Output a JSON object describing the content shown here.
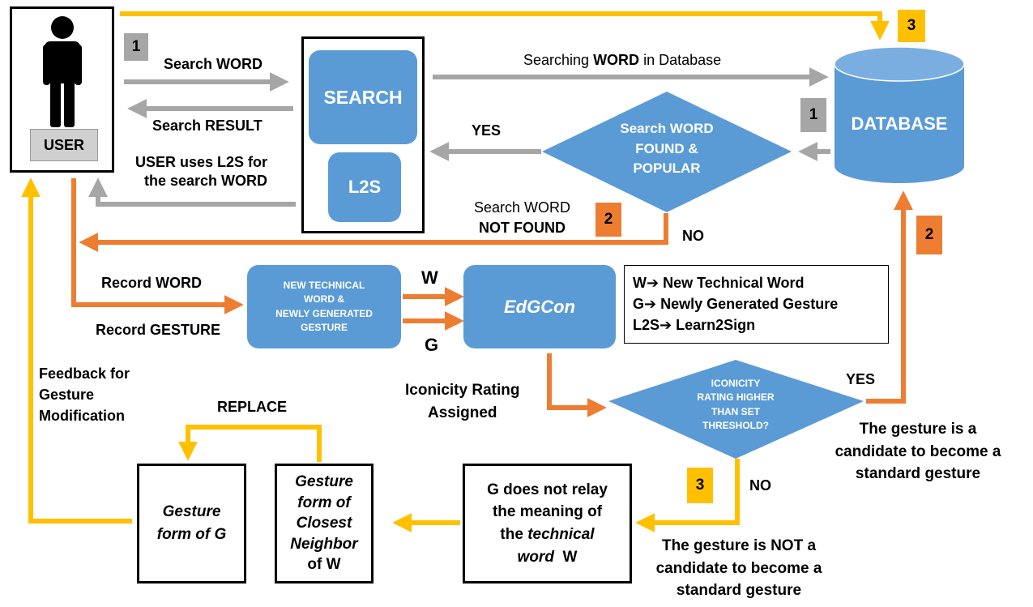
{
  "colors": {
    "gray_arrow": "#a6a6a6",
    "orange_arrow": "#ed7d31",
    "yellow_arrow": "#ffc000",
    "blue_shape": "#5b9bd5"
  },
  "user": {
    "label": "USER",
    "icon": "person-icon"
  },
  "search_box": {
    "search_label": "SEARCH",
    "l2s_label": "L2S"
  },
  "database": {
    "label": "DATABASE"
  },
  "badges": {
    "gray_1_left": "1",
    "gray_1_right": "1",
    "yellow_3_top": "3",
    "orange_2_mid": "2",
    "orange_2_right": "2",
    "yellow_3_bottom": "3"
  },
  "labels": {
    "search_word": "Search WORD",
    "search_result": "Search RESULT",
    "user_uses_l2s_line1": "USER uses L2S for",
    "user_uses_l2s_line2": "the search WORD",
    "searching_db_pre": "Searching ",
    "searching_db_word": "WORD",
    "searching_db_post": " in Database",
    "yes_top": "YES",
    "search_word_not_found_line1": "Search WORD",
    "search_word_not_found_line2": "NOT FOUND",
    "no_top": "NO",
    "record_word": "Record WORD",
    "record_gesture": "Record GESTURE",
    "w_arrow": "W",
    "g_arrow": "G",
    "iconicity_assigned_line1": "Iconicity Rating",
    "iconicity_assigned_line2": "Assigned",
    "yes_right": "YES",
    "no_bottom": "NO",
    "feedback_line1": "Feedback for",
    "feedback_line2": "Gesture",
    "feedback_line3": "Modification",
    "replace": "REPLACE",
    "candidate_line1": "The gesture is a",
    "candidate_line2": "candidate to become a",
    "candidate_line3": "standard gesture",
    "not_candidate_line1": "The gesture is NOT a",
    "not_candidate_line2": "candidate to become a",
    "not_candidate_line3": "standard gesture"
  },
  "decisions": {
    "found_popular_line1": "Search WORD",
    "found_popular_line2": "FOUND &",
    "found_popular_line3": "POPULAR",
    "threshold_line1": "ICONICITY",
    "threshold_line2": "RATING HIGHER",
    "threshold_line3": "THAN SET",
    "threshold_line4": "THRESHOLD?"
  },
  "new_word_box": {
    "line1": "NEW TECHNICAL",
    "line2": "WORD &",
    "line3": "NEWLY GENERATED",
    "line4": "GESTURE"
  },
  "edgcon": {
    "label": "EdGCon"
  },
  "legend": {
    "items": [
      {
        "key": "W",
        "value": "New Technical Word"
      },
      {
        "key": "G",
        "value": "Newly Generated Gesture"
      },
      {
        "key": "L2S",
        "value": "Learn2Sign"
      }
    ]
  },
  "bottom_boxes": {
    "gesture_g_line1": "Gesture",
    "gesture_g_line2": "form of G",
    "neighbor_line1": "Gesture",
    "neighbor_line2": "form of",
    "neighbor_line3": "Closest",
    "neighbor_line4": "Neighbor",
    "neighbor_line5": "of W",
    "relay_line1": "G does not relay",
    "relay_line2": "the meaning of",
    "relay_line3_pre": "the ",
    "relay_line3_it": "technical",
    "relay_line4_it": "word",
    "relay_line4_post": "  W"
  }
}
